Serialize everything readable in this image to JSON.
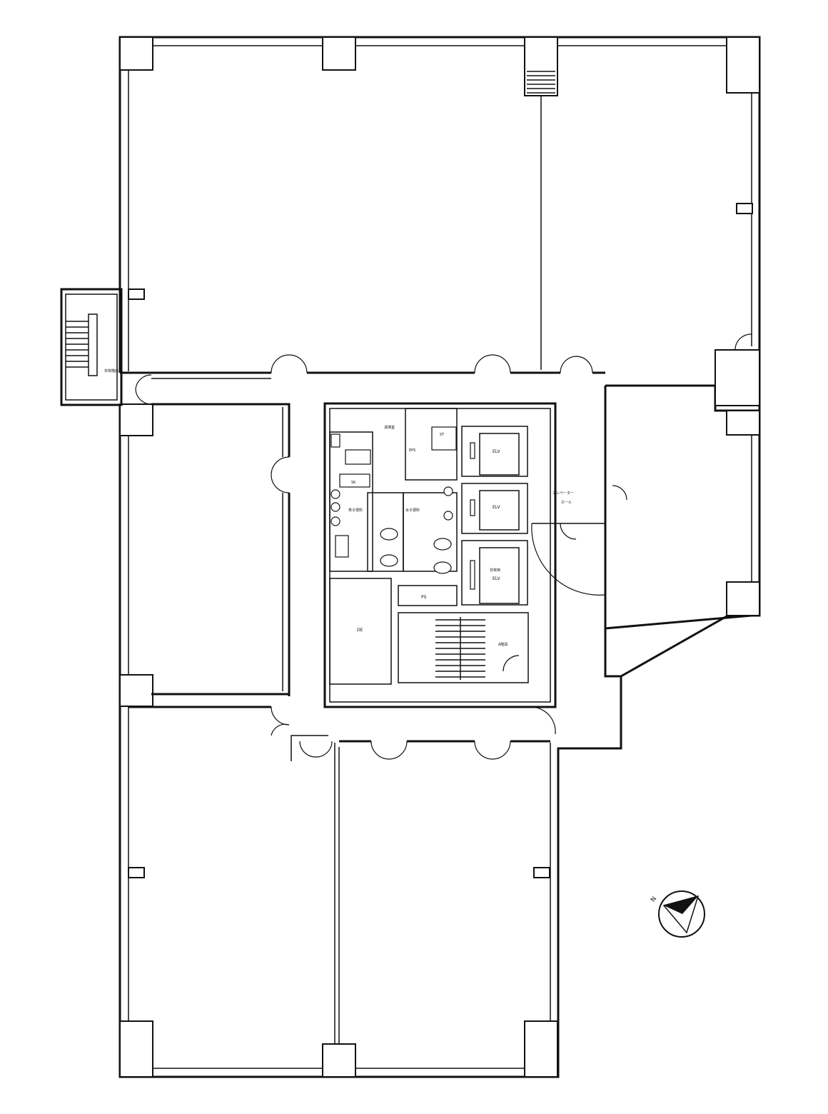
{
  "floor_plan": {
    "labels": {
      "stair_west": "非常階段",
      "elv1": "ELV",
      "elv2": "ELV",
      "elv3_line1": "非常用",
      "elv3_line2": "ELV",
      "elevator_hall_line1": "エレベーター",
      "elevator_hall_line2": "ホール",
      "mens_toilet": "男子便所",
      "womens_toilet": "女子便所",
      "eps": "EPS",
      "st": "ST",
      "sk": "SK",
      "ps": "PS",
      "de": "DE",
      "stair_core": "A階段",
      "pantry": "湯沸室"
    },
    "compass": {
      "north_label": "N"
    }
  }
}
